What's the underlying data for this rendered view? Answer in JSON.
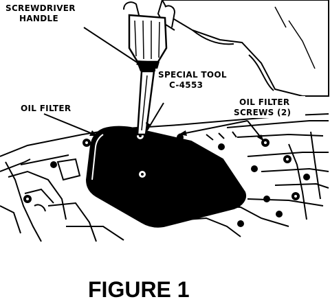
{
  "labels": {
    "screwdriver_line1": "SCREWDRIVER",
    "screwdriver_line2": "HANDLE",
    "special_tool_line1": "SPECIAL TOOL",
    "special_tool_line2": "C-4553",
    "oil_filter": "OIL FILTER",
    "screws_line1": "OIL FILTER",
    "screws_line2": "SCREWS (2)"
  },
  "caption": "FIGURE 1"
}
